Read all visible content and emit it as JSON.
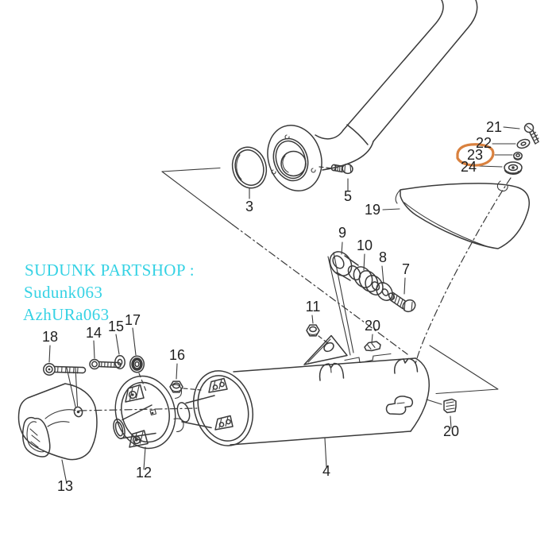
{
  "diagram": {
    "kind": "exploded-parts-diagram",
    "subject": "motorcycle exhaust muffler assembly",
    "background_color": "#ffffff",
    "line_color": "#3a3a3a",
    "label_color": "#1f1f1f"
  },
  "watermark": {
    "color": "#35d2e4",
    "lines": [
      "SUDUNK PARTSHOP :",
      "Sudunk063",
      "AzhURa063"
    ]
  },
  "highlight": {
    "part": "23",
    "color": "#d9813f",
    "shape": "hand-drawn-circle"
  },
  "parts": [
    {
      "num": "3",
      "name": "exhaust-gasket-ring"
    },
    {
      "num": "4",
      "name": "muffler-body"
    },
    {
      "num": "5",
      "name": "flange-bolt"
    },
    {
      "num": "7",
      "name": "mounting-bolt"
    },
    {
      "num": "8",
      "name": "washer"
    },
    {
      "num": "9",
      "name": "rubber-damper"
    },
    {
      "num": "10",
      "name": "spacer-collar"
    },
    {
      "num": "11",
      "name": "nut"
    },
    {
      "num": "12",
      "name": "muffler-connector-plate"
    },
    {
      "num": "13",
      "name": "muffler-end-cap"
    },
    {
      "num": "14",
      "name": "cap-bolt"
    },
    {
      "num": "15",
      "name": "cap-washer"
    },
    {
      "num": "16",
      "name": "cap-nut"
    },
    {
      "num": "17",
      "name": "collar-nut"
    },
    {
      "num": "18",
      "name": "cover-bolt"
    },
    {
      "num": "19",
      "name": "heat-shield-cover"
    },
    {
      "num": "20",
      "name": "cushion-clip"
    },
    {
      "num": "21",
      "name": "shield-screw"
    },
    {
      "num": "22",
      "name": "shield-washer"
    },
    {
      "num": "23",
      "name": "shield-nut"
    },
    {
      "num": "24",
      "name": "shield-grommet"
    }
  ]
}
